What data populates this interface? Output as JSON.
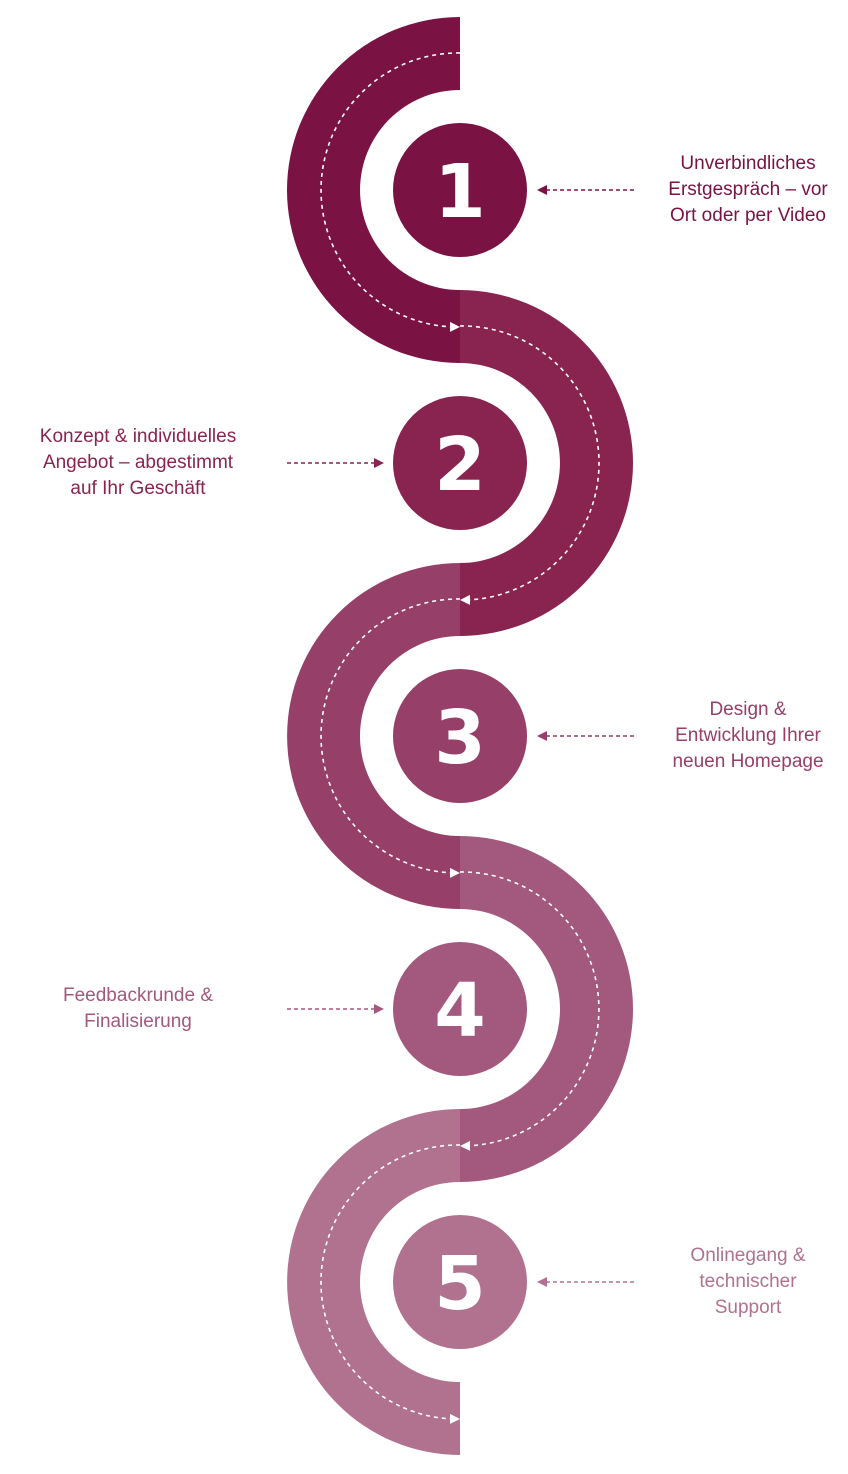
{
  "steps": [
    {
      "number": "1",
      "text": "Unverbindliches\nErstgespräch – vor\nOrt oder per Video",
      "color": "#7a1244",
      "side": "right"
    },
    {
      "number": "2",
      "text": "Konzept & individuelles\nAngebot – abgestimmt\nauf Ihr Geschäft",
      "color": "#88244f",
      "side": "left"
    },
    {
      "number": "3",
      "text": "Design &\nEntwicklung Ihrer\nneuen Homepage",
      "color": "#963f68",
      "side": "right"
    },
    {
      "number": "4",
      "text": "Feedbackrunde &\nFinalisierung",
      "color": "#a3587d",
      "side": "left"
    },
    {
      "number": "5",
      "text": "Onlinegang &\ntechnischer\nSupport",
      "color": "#b0728f",
      "side": "right"
    }
  ],
  "colors": {
    "background": "#ffffff",
    "path_dashes": "#ffffff",
    "number_text": "#ffffff"
  }
}
